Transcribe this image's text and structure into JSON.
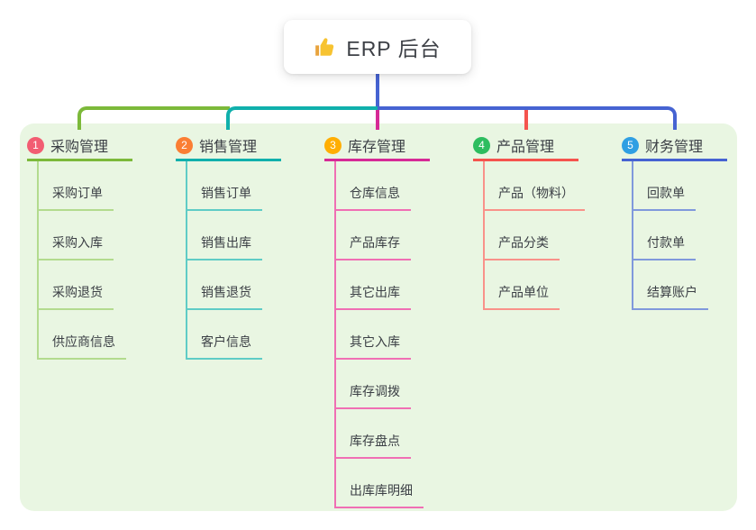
{
  "root": {
    "label": "ERP 后台",
    "icon": "thumbs-up",
    "icon_color": "#f7c331",
    "stem_color": "#4663d2"
  },
  "panel": {
    "background": "#e9f6e2"
  },
  "branches": [
    {
      "number": "1",
      "label": "采购管理",
      "badge_color": "#f25d72",
      "line_color": "#7cb93a",
      "child_line_color": "#b3db8e",
      "children": [
        "采购订单",
        "采购入库",
        "采购退货",
        "供应商信息"
      ]
    },
    {
      "number": "2",
      "label": "销售管理",
      "badge_color": "#fb7e33",
      "line_color": "#10b0ac",
      "child_line_color": "#5fccc6",
      "children": [
        "销售订单",
        "销售出库",
        "销售退货",
        "客户信息"
      ]
    },
    {
      "number": "3",
      "label": "库存管理",
      "badge_color": "#ffae02",
      "line_color": "#d62a96",
      "child_line_color": "#f06fb4",
      "children": [
        "仓库信息",
        "产品库存",
        "其它出库",
        "其它入库",
        "库存调拨",
        "库存盘点",
        "出库库明细"
      ]
    },
    {
      "number": "4",
      "label": "产品管理",
      "badge_color": "#2dbd5f",
      "line_color": "#f5544e",
      "child_line_color": "#f9928a",
      "children": [
        "产品（物料）",
        "产品分类",
        "产品单位"
      ]
    },
    {
      "number": "5",
      "label": "财务管理",
      "badge_color": "#2f9fe3",
      "line_color": "#4663d2",
      "child_line_color": "#8099dc",
      "children": [
        "回款单",
        "付款单",
        "结算账户"
      ]
    }
  ]
}
